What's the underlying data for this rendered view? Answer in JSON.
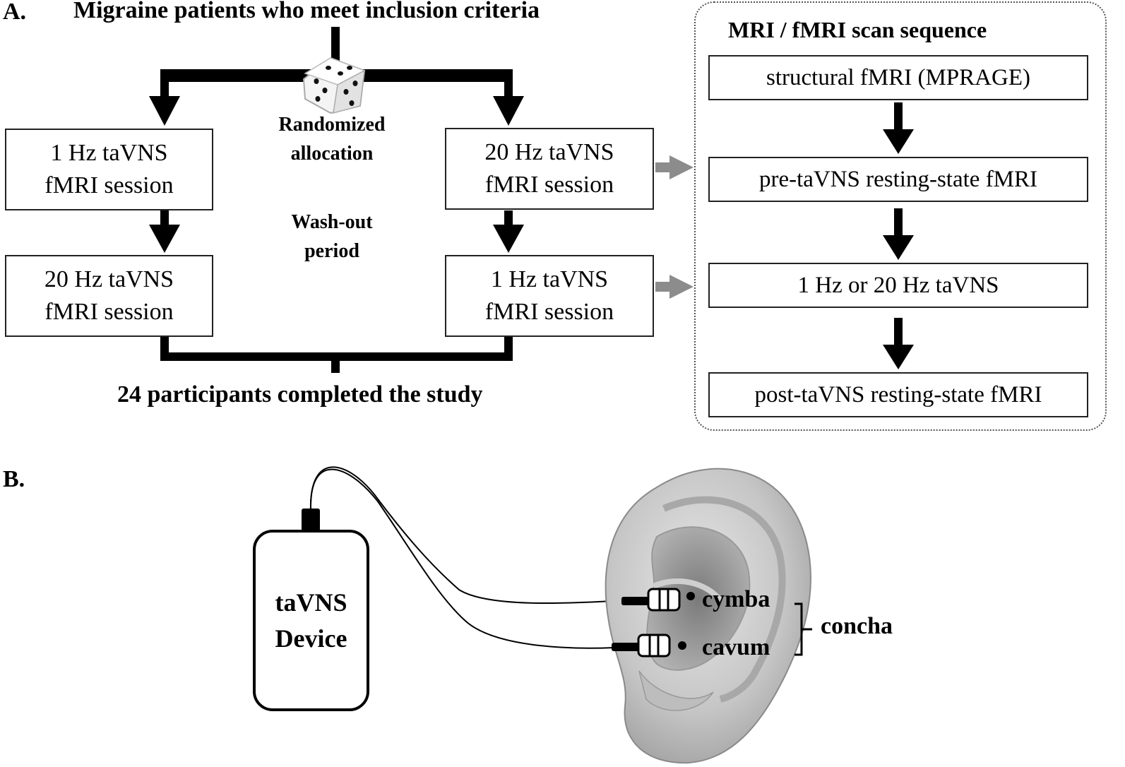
{
  "panel_a": {
    "label": "A.",
    "top_title": "Migraine patients who meet inclusion criteria",
    "randomized": [
      "Randomized",
      "allocation"
    ],
    "washout": [
      "Wash-out",
      "period"
    ],
    "left_top": [
      "1 Hz taVNS",
      "fMRI session"
    ],
    "left_bottom": [
      "20 Hz taVNS",
      "fMRI session"
    ],
    "right_top": [
      "20 Hz taVNS",
      "fMRI session"
    ],
    "right_bottom": [
      "1 Hz taVNS",
      "fMRI session"
    ],
    "bottom_title": "24 participants completed the study",
    "scan": {
      "title": "MRI / fMRI scan sequence",
      "steps": [
        "structural fMRI (MPRAGE)",
        "pre-taVNS resting-state fMRI",
        "1 Hz or 20 Hz taVNS",
        "post-taVNS resting-state fMRI"
      ]
    }
  },
  "panel_b": {
    "label": "B.",
    "device": [
      "taVNS",
      "Device"
    ],
    "cymba": "cymba",
    "cavum": "cavum",
    "concha": "concha"
  },
  "colors": {
    "arrow_black": "#000000",
    "arrow_gray": "#8c8c8c",
    "ear_skin": "#c8c8c8"
  }
}
